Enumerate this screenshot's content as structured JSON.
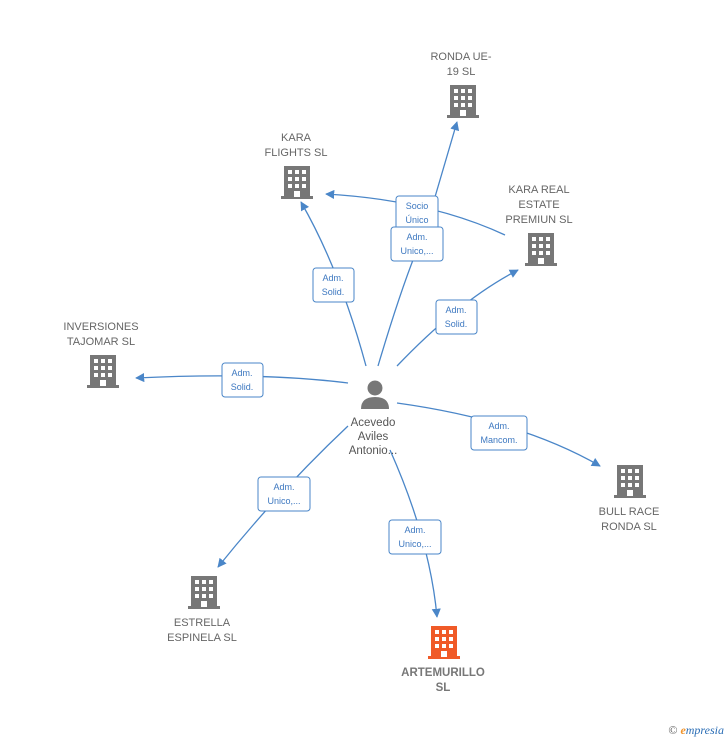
{
  "center": {
    "line1": "Acevedo",
    "line2": "Aviles",
    "line3": "Antonio..."
  },
  "companies": [
    {
      "id": "ronda-ue-19",
      "line1": "RONDA UE-",
      "line2": "19  SL"
    },
    {
      "id": "kara-flights",
      "line1": "KARA",
      "line2": "FLIGHTS  SL"
    },
    {
      "id": "kara-real-estate",
      "line1": "KARA REAL",
      "line2": "ESTATE",
      "line3": "PREMIUN  SL"
    },
    {
      "id": "inversiones-tajomar",
      "line1": "INVERSIONES",
      "line2": "TAJOMAR  SL"
    },
    {
      "id": "bull-race-ronda",
      "line1": "BULL RACE",
      "line2": "RONDA  SL"
    },
    {
      "id": "estrella-espinela",
      "line1": "ESTRELLA",
      "line2": "ESPINELA  SL"
    },
    {
      "id": "artemurillo",
      "line1": "ARTEMURILLO",
      "line2": "SL"
    }
  ],
  "relations": {
    "ronda_socio": {
      "line1": "Socio",
      "line2": "Único"
    },
    "ronda_adm": {
      "line1": "Adm.",
      "line2": "Unico,..."
    },
    "kara_flights": {
      "line1": "Adm.",
      "line2": "Solid."
    },
    "kara_real": {
      "line1": "Adm.",
      "line2": "Solid."
    },
    "inversiones": {
      "line1": "Adm.",
      "line2": "Solid."
    },
    "bull_race": {
      "line1": "Adm.",
      "line2": "Mancom."
    },
    "estrella": {
      "line1": "Adm.",
      "line2": "Unico,..."
    },
    "artemurillo": {
      "line1": "Adm.",
      "line2": "Unico,..."
    }
  },
  "colors": {
    "link": "#4a86c8",
    "building": "#777777",
    "highlight": "#f05a28",
    "person": "#777777"
  },
  "credit": {
    "symbol": "©",
    "brand_first": "e",
    "brand_rest": "mpresia"
  }
}
